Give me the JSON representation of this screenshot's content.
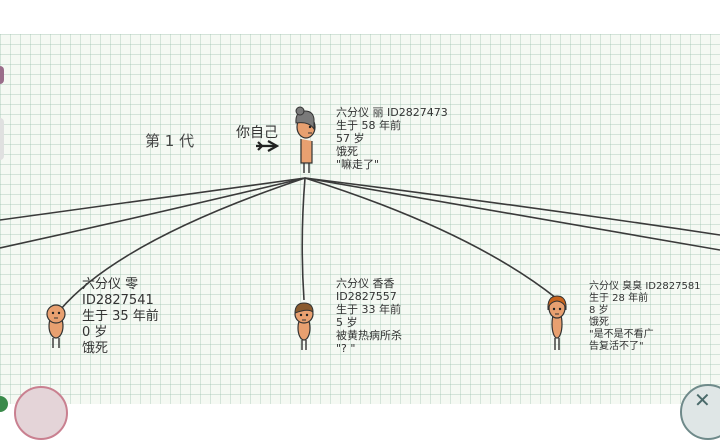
{
  "generation": {
    "label": "第 1 代"
  },
  "self_marker": {
    "label": "你自己"
  },
  "parent": {
    "name_line": "六分仪 丽 ID2827473",
    "born": "生于 58 年前",
    "age": "57 岁",
    "death": "饿死",
    "last_words": "\"嘛走了\""
  },
  "children": [
    {
      "name_line": "六分仪 零",
      "id_line": "ID2827541",
      "born": "生于 35 年前",
      "age": "0 岁",
      "death": "饿死"
    },
    {
      "name_line": "六分仪 香香",
      "id_line": "ID2827557",
      "born": "生于 33 年前",
      "age": "5 岁",
      "death": "被黄热病所杀",
      "last_words": "\"? \""
    },
    {
      "name_line": "六分仪 臭臭 ID2827581",
      "born": "生于 28 年前",
      "age": "8 岁",
      "death": "饿死",
      "last_words_1": "\"是不是不看广",
      "last_words_2": "告复活不了\""
    }
  ],
  "colors": {
    "line": "#3a3a3a",
    "grid_bg": "#f5f9f3",
    "skin": "#e8a070",
    "hair_grey": "#7a7a7a",
    "hair_brown": "#8a5a2e",
    "hair_orange": "#c8641e"
  }
}
